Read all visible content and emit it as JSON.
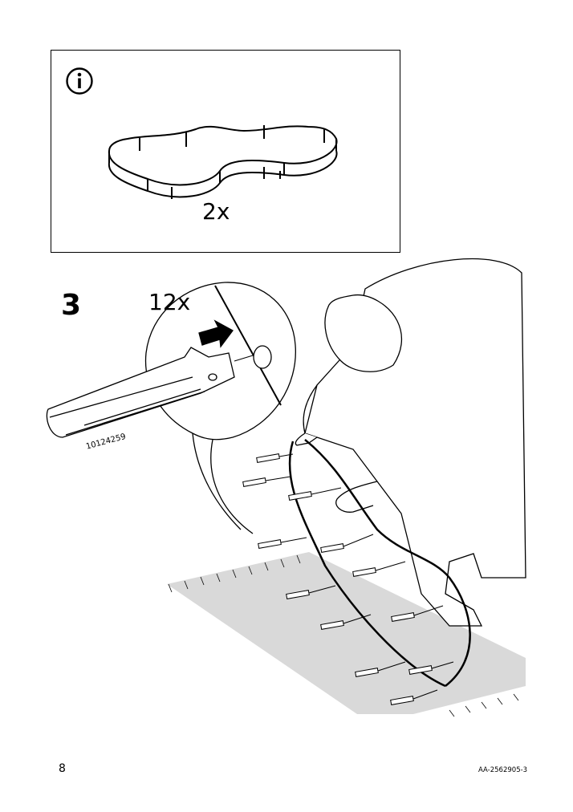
{
  "info_panel": {
    "icon": "info-icon",
    "quantity": "2x"
  },
  "step": {
    "number": "3",
    "quantity": "12x",
    "article_number": "10124259"
  },
  "footer": {
    "page_number": "8",
    "doc_id": "AA-2562905-3"
  }
}
